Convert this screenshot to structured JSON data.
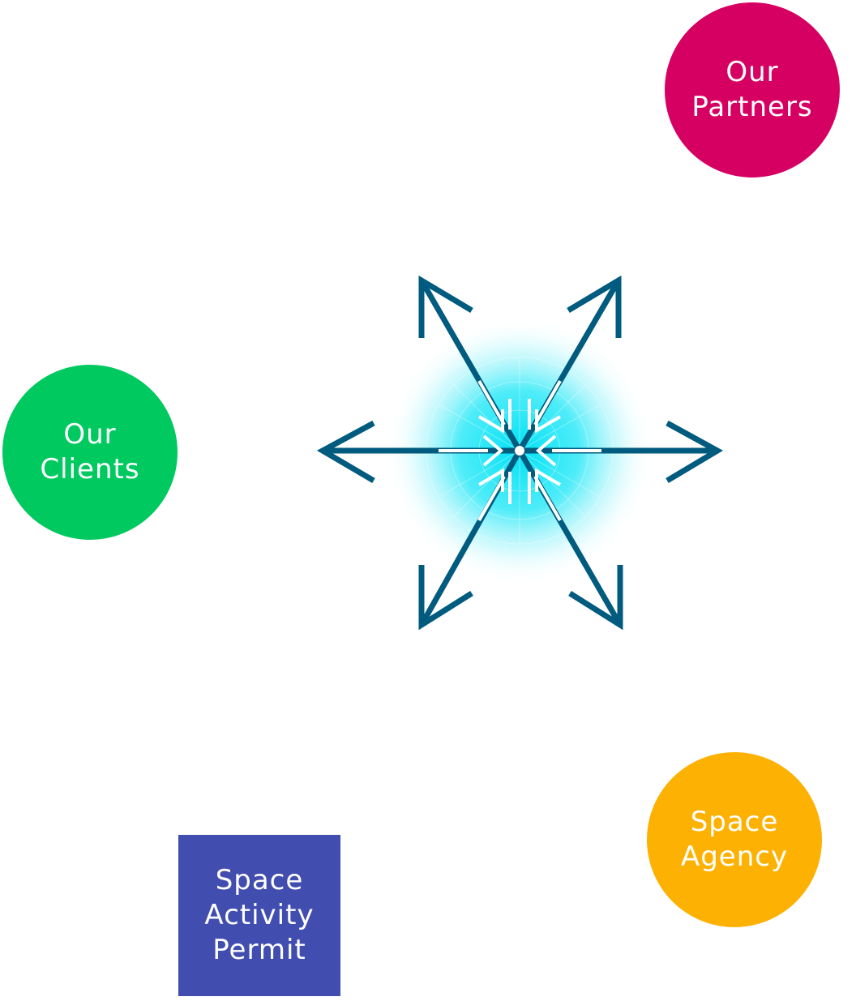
{
  "nodes": {
    "partners": {
      "label": "Our\nPartners",
      "color": "#d60062"
    },
    "clients": {
      "label": "Our\nClients",
      "color": "#00c95f"
    },
    "agency": {
      "label": "Space\nAgency",
      "color": "#fdb103"
    },
    "permit": {
      "label": "Space\nActivity\nPermit",
      "color": "#424db0"
    }
  },
  "hub": {
    "arrow_color": "#005b7f",
    "glow_color": "#00e1f5",
    "icon": "radiating-arrows-icon"
  }
}
